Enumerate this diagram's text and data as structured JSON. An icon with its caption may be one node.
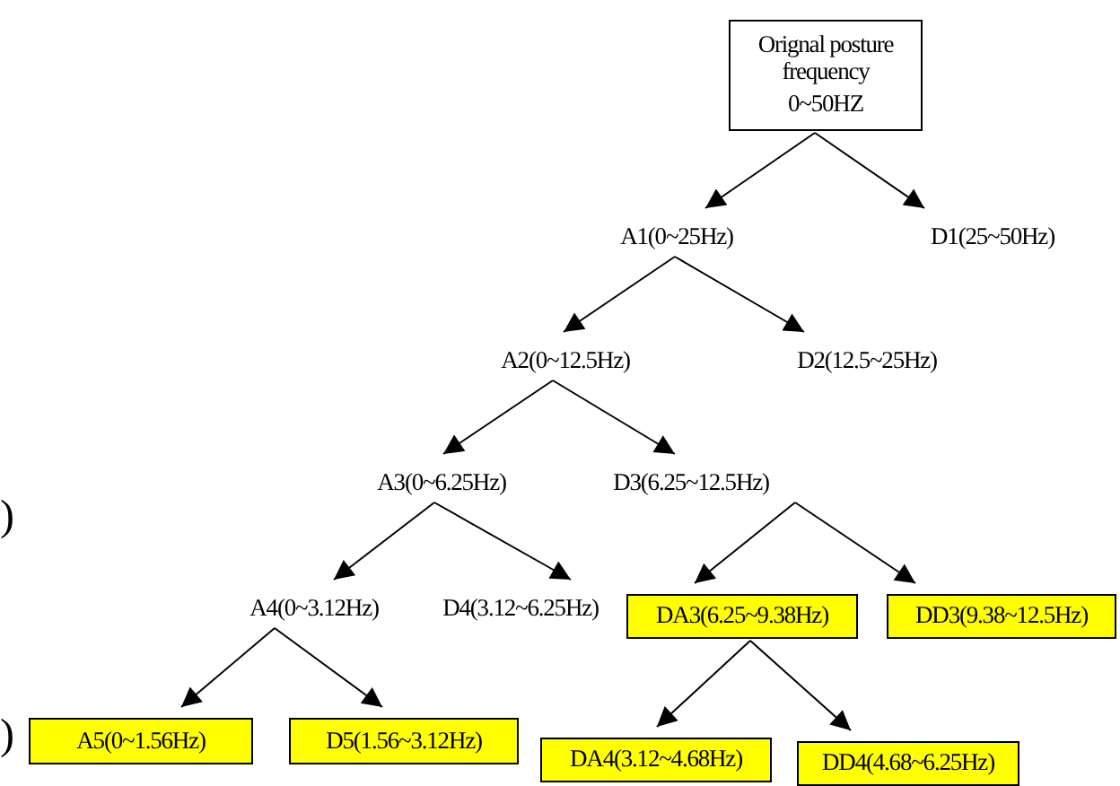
{
  "diagram": {
    "nodes": [
      {
        "text": [
          "Orignal posture frequency",
          "0~50HZ"
        ]
      },
      {
        "text": [
          "A1(0~25Hz)"
        ]
      },
      {
        "text": [
          "D1(25~50Hz)"
        ]
      },
      {
        "text": [
          "A2(0~12.5Hz)"
        ]
      },
      {
        "text": [
          "D2(12.5~25Hz)"
        ]
      },
      {
        "text": [
          "A3(0~6.25Hz)"
        ]
      },
      {
        "text": [
          "D3(6.25~12.5Hz)"
        ]
      },
      {
        "text": [
          "A4(0~3.12Hz)"
        ]
      },
      {
        "text": [
          "D4(3.12~6.25Hz)"
        ]
      },
      {
        "text": [
          "DA3(6.25~9.38Hz)"
        ]
      },
      {
        "text": [
          "DD3(9.38~12.5Hz)"
        ]
      },
      {
        "text": [
          "A5(0~1.56Hz)"
        ]
      },
      {
        "text": [
          "D5(1.56~3.12Hz)"
        ]
      },
      {
        "text": [
          "DA4(3.12~4.68Hz)"
        ]
      },
      {
        "text": [
          "DD4(4.68~6.25Hz)"
        ]
      }
    ],
    "edges": [
      {
        "from": 0,
        "to": 1,
        "arrow": "to"
      },
      {
        "from": 0,
        "to": 2,
        "arrow": "to"
      },
      {
        "from": 1,
        "to": 3,
        "arrow": "to"
      },
      {
        "from": 1,
        "to": 4,
        "arrow": "to"
      },
      {
        "from": 3,
        "to": 5,
        "arrow": "to"
      },
      {
        "from": 3,
        "to": 6,
        "arrow": "to"
      },
      {
        "from": 5,
        "to": 7,
        "arrow": "to"
      },
      {
        "from": 5,
        "to": 8,
        "arrow": "to"
      },
      {
        "from": 6,
        "to": 9,
        "arrow": "to"
      },
      {
        "from": 6,
        "to": 10,
        "arrow": "to"
      },
      {
        "from": 7,
        "to": 11,
        "arrow": "to"
      },
      {
        "from": 7,
        "to": 12,
        "arrow": "to"
      },
      {
        "from": 9,
        "to": 13,
        "arrow": "to"
      },
      {
        "from": 9,
        "to": 14,
        "arrow": "to"
      }
    ],
    "labels": [
      ")",
      ")"
    ]
  }
}
